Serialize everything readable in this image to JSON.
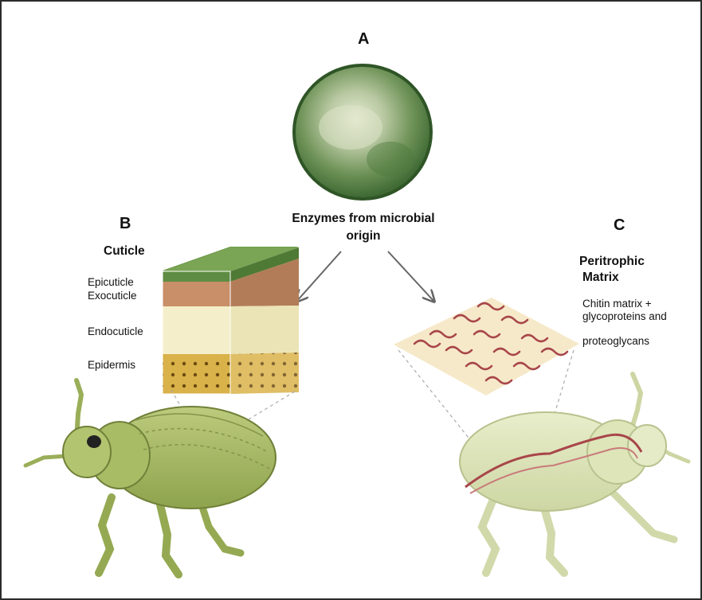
{
  "panels": {
    "a": {
      "letter": "A",
      "caption_line1": "Enzymes from microbial",
      "caption_line2": "origin"
    },
    "b": {
      "letter": "B",
      "title": "Cuticle",
      "layers": [
        "Epicuticle",
        "Exocuticle",
        "Endocuticle",
        "Epidermis"
      ]
    },
    "c": {
      "letter": "C",
      "title_line1": "Peritrophic",
      "title_line2": "Matrix",
      "desc_line1": "Chitin matrix +",
      "desc_line2": "glycoproteins and",
      "desc_line3": "proteoglycans"
    }
  },
  "colors": {
    "petri_dish": "#5f8a4e",
    "epicuticle": "#5e8c43",
    "exocuticle": "#c98f68",
    "endocuticle": "#f4efca",
    "epidermis": "#b8891c",
    "beetle_b": "#a6b865",
    "beetle_c": "#dde5b9",
    "chitin_fibers": "#a8464a"
  },
  "icons": [
    "petri-dish-icon",
    "cuticle-block-icon",
    "beetle-icon",
    "chitin-mesh-icon",
    "beetle-outline-icon"
  ]
}
